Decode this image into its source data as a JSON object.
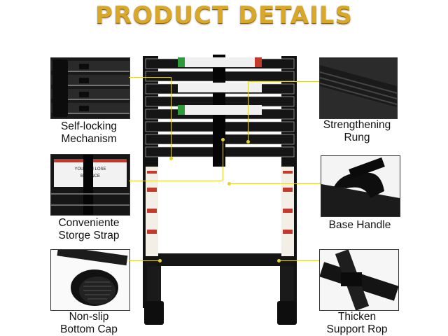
{
  "title": "PRODUCT DETAILS",
  "features": {
    "self_locking": "Self-locking\nMechanism",
    "strap": "Conveniente\nStorge Strap",
    "bottom_cap": "Non-slip\nBottom Cap",
    "rung": "Strengthening\nRung",
    "base_handle": "Base Handle",
    "support": "Thicken\nSupport Rop"
  },
  "label_text": {
    "line1": "YOU CAN LOSE",
    "line2": "BALANCE"
  },
  "colors": {
    "title": "#d9a72a",
    "ladder": "#121212",
    "connector": "#e2d23a"
  }
}
